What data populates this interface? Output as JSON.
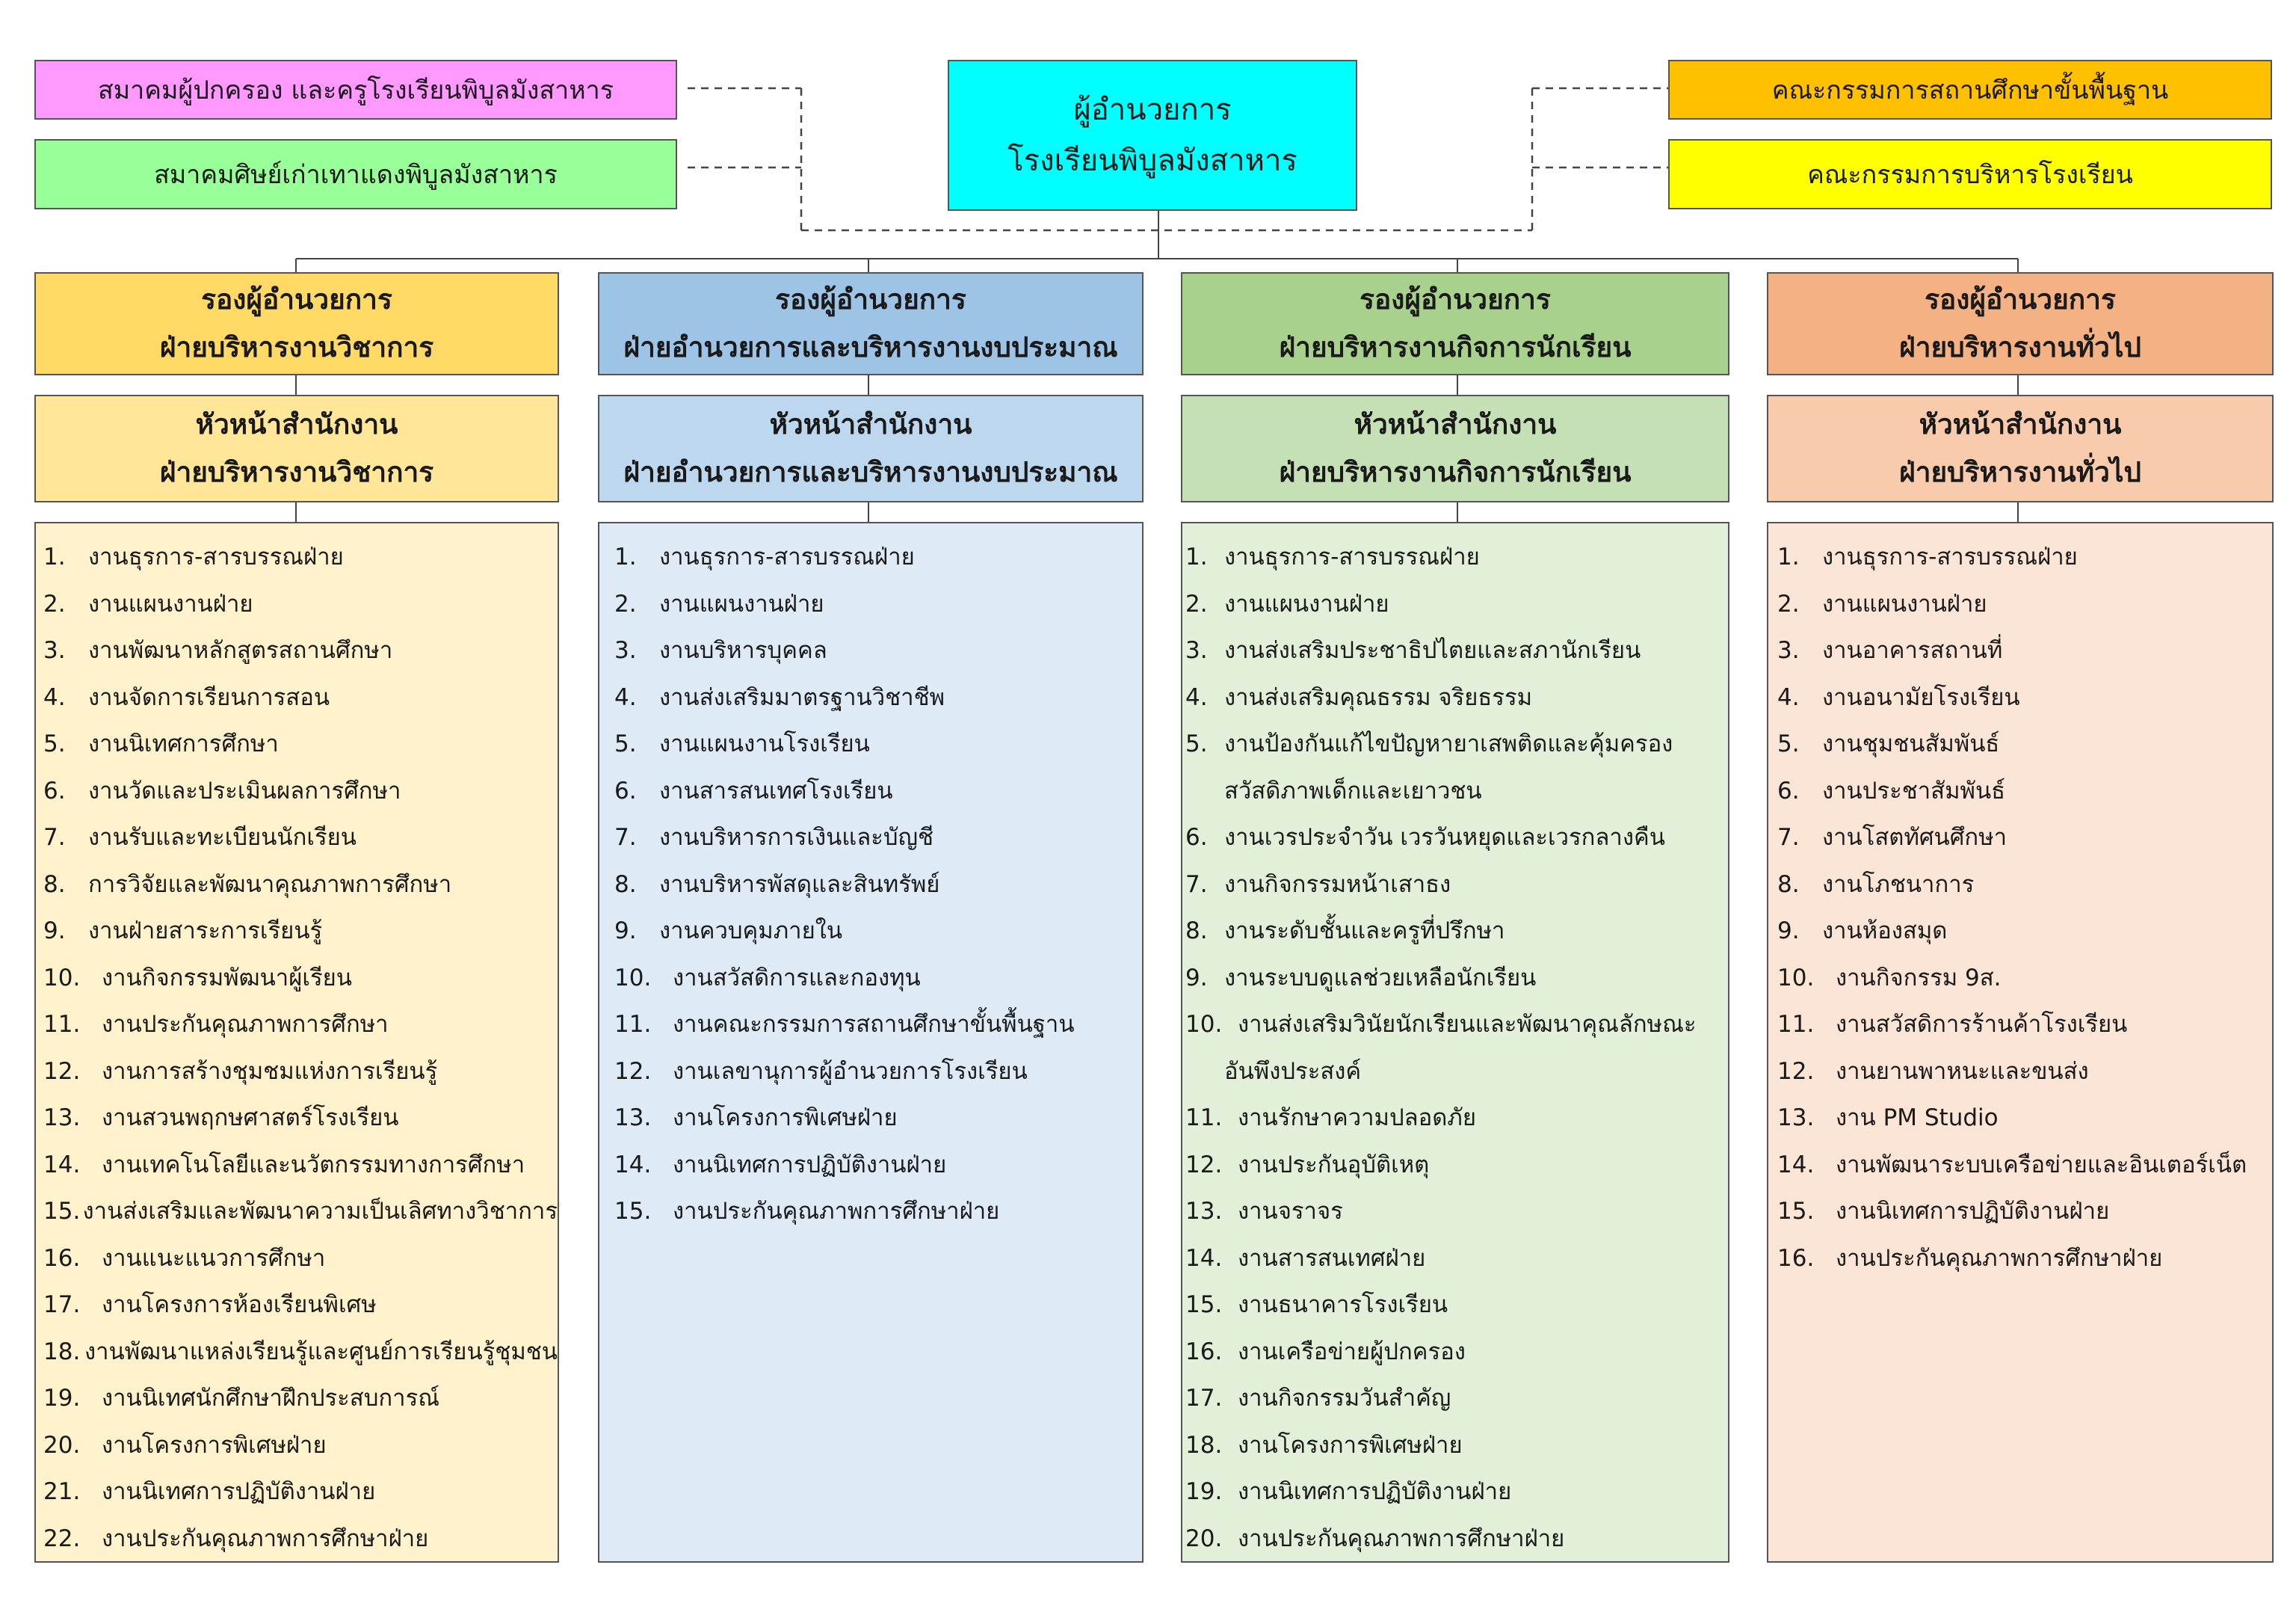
{
  "director": {
    "line1": "ผู้อำนวยการ",
    "line2": "โรงเรียนพิบูลมังสาหาร"
  },
  "left_boxes": [
    {
      "label": "สมาคมผู้ปกครอง และครูโรงเรียนพิบูลมังสาหาร",
      "color": "#ff99ff"
    },
    {
      "label": "สมาคมศิษย์เก่าเทาแดงพิบูลมังสาหาร",
      "color": "#99ff99"
    }
  ],
  "right_boxes": [
    {
      "label": "คณะกรรมการสถานศึกษาขั้นพื้นฐาน",
      "color": "#ffc000"
    },
    {
      "label": "คณะกรรมการบริหารโรงเรียน",
      "color": "#ffff00"
    }
  ],
  "columns": [
    {
      "deputy": {
        "line1": "รองผู้อำนวยการ",
        "line2": "ฝ่ายบริหารงานวิชาการ"
      },
      "office": {
        "line1": "หัวหน้าสำนักงาน",
        "line2": "ฝ่ายบริหารงานวิชาการ"
      },
      "colors": {
        "deputy": "#ffd966",
        "office": "#ffe699",
        "list": "#fff2cc"
      },
      "items": [
        {
          "num": "1.",
          "text": "งานธุรการ-สารบรรณฝ่าย"
        },
        {
          "num": "2.",
          "text": "งานแผนงานฝ่าย"
        },
        {
          "num": "3.",
          "text": "งานพัฒนาหลักสูตรสถานศึกษา"
        },
        {
          "num": "4.",
          "text": "งานจัดการเรียนการสอน"
        },
        {
          "num": "5.",
          "text": "งานนิเทศการศึกษา"
        },
        {
          "num": "6.",
          "text": "งานวัดและประเมินผลการศึกษา"
        },
        {
          "num": "7.",
          "text": "งานรับและทะเบียนนักเรียน"
        },
        {
          "num": "8.",
          "text": "การวิจัยและพัฒนาคุณภาพการศึกษา"
        },
        {
          "num": "9.",
          "text": "งานฝ่ายสาระการเรียนรู้"
        },
        {
          "num": "10.",
          "text": "งานกิจกรรมพัฒนาผู้เรียน"
        },
        {
          "num": "11.",
          "text": "งานประกันคุณภาพการศึกษา"
        },
        {
          "num": "12.",
          "text": "งานการสร้างชุมชมแห่งการเรียนรู้"
        },
        {
          "num": "13.",
          "text": "งานสวนพฤกษศาสตร์โรงเรียน"
        },
        {
          "num": "14.",
          "text": "งานเทคโนโลยีและนวัตกรรมทางการศึกษา"
        },
        {
          "num": "15.",
          "text": "งานส่งเสริมและพัฒนาความเป็นเลิศทางวิชาการ"
        },
        {
          "num": "16.",
          "text": "งานแนะแนวการศึกษา"
        },
        {
          "num": "17.",
          "text": "งานโครงการห้องเรียนพิเศษ"
        },
        {
          "num": "18.",
          "text": "งานพัฒนาแหล่งเรียนรู้และศูนย์การเรียนรู้ชุมชน"
        },
        {
          "num": "19.",
          "text": "งานนิเทศนักศึกษาฝึกประสบการณ์"
        },
        {
          "num": "20.",
          "text": "งานโครงการพิเศษฝ่าย"
        },
        {
          "num": "21.",
          "text": "งานนิเทศการปฏิบัติงานฝ่าย"
        },
        {
          "num": "22.",
          "text": "งานประกันคุณภาพการศึกษาฝ่าย"
        }
      ]
    },
    {
      "deputy": {
        "line1": "รองผู้อำนวยการ",
        "line2": "ฝ่ายอำนวยการและบริหารงานงบประมาณ"
      },
      "office": {
        "line1": "หัวหน้าสำนักงาน",
        "line2": "ฝ่ายอำนวยการและบริหารงานงบประมาณ"
      },
      "colors": {
        "deputy": "#9dc3e6",
        "office": "#bdd7ee",
        "list": "#deebf7"
      },
      "items": [
        {
          "num": "1.",
          "text": "งานธุรการ-สารบรรณฝ่าย"
        },
        {
          "num": "2.",
          "text": "งานแผนงานฝ่าย"
        },
        {
          "num": "3.",
          "text": "งานบริหารบุคคล"
        },
        {
          "num": "4.",
          "text": "งานส่งเสริมมาตรฐานวิชาชีพ"
        },
        {
          "num": "5.",
          "text": "งานแผนงานโรงเรียน"
        },
        {
          "num": "6.",
          "text": "งานสารสนเทศโรงเรียน"
        },
        {
          "num": "7.",
          "text": "งานบริหารการเงินและบัญชี"
        },
        {
          "num": "8.",
          "text": "งานบริหารพัสดุและสินทรัพย์"
        },
        {
          "num": "9.",
          "text": "งานควบคุมภายใน"
        },
        {
          "num": "10.",
          "text": "งานสวัสดิการและกองทุน"
        },
        {
          "num": "11.",
          "text": "งานคณะกรรมการสถานศึกษาขั้นพื้นฐาน"
        },
        {
          "num": "12.",
          "text": "งานเลขานุการผู้อำนวยการโรงเรียน"
        },
        {
          "num": "13.",
          "text": "งานโครงการพิเศษฝ่าย"
        },
        {
          "num": "14.",
          "text": "งานนิเทศการปฏิบัติงานฝ่าย"
        },
        {
          "num": "15.",
          "text": "งานประกันคุณภาพการศึกษาฝ่าย"
        }
      ]
    },
    {
      "deputy": {
        "line1": "รองผู้อำนวยการ",
        "line2": "ฝ่ายบริหารงานกิจการนักเรียน"
      },
      "office": {
        "line1": "หัวหน้าสำนักงาน",
        "line2": "ฝ่ายบริหารงานกิจการนักเรียน"
      },
      "colors": {
        "deputy": "#a9d18e",
        "office": "#c5e0b4",
        "list": "#e2f0d9"
      },
      "items": [
        {
          "num": "1.",
          "text": "งานธุรการ-สารบรรณฝ่าย"
        },
        {
          "num": "2.",
          "text": "งานแผนงานฝ่าย"
        },
        {
          "num": "3.",
          "text": "งานส่งเสริมประชาธิปไตยและสภานักเรียน"
        },
        {
          "num": "4.",
          "text": "งานส่งเสริมคุณธรรม จริยธรรม"
        },
        {
          "num": "5.",
          "text": "งานป้องกันแก้ไขปัญหายาเสพติดและคุ้มครอง"
        },
        {
          "num": "",
          "text": "สวัสดิภาพเด็กและเยาวชน"
        },
        {
          "num": "6.",
          "text": "งานเวรประจำวัน เวรวันหยุดและเวรกลางคืน"
        },
        {
          "num": "7.",
          "text": "งานกิจกรรมหน้าเสาธง"
        },
        {
          "num": "8.",
          "text": "งานระดับชั้นและครูที่ปรึกษา"
        },
        {
          "num": "9.",
          "text": "งานระบบดูแลช่วยเหลือนักเรียน"
        },
        {
          "num": "10.",
          "text": "งานส่งเสริมวินัยนักเรียนและพัฒนาคุณลักษณะ"
        },
        {
          "num": "",
          "text": "อันพึงประสงค์"
        },
        {
          "num": "11.",
          "text": "งานรักษาความปลอดภัย"
        },
        {
          "num": "12.",
          "text": "งานประกันอุบัติเหตุ"
        },
        {
          "num": "13.",
          "text": "งานจราจร"
        },
        {
          "num": "14.",
          "text": "งานสารสนเทศฝ่าย"
        },
        {
          "num": "15.",
          "text": "งานธนาคารโรงเรียน"
        },
        {
          "num": "16.",
          "text": "งานเครือข่ายผู้ปกครอง"
        },
        {
          "num": "17.",
          "text": "งานกิจกรรมวันสำคัญ"
        },
        {
          "num": "18.",
          "text": "งานโครงการพิเศษฝ่าย"
        },
        {
          "num": "19.",
          "text": "งานนิเทศการปฏิบัติงานฝ่าย"
        },
        {
          "num": "20.",
          "text": "งานประกันคุณภาพการศึกษาฝ่าย"
        }
      ]
    },
    {
      "deputy": {
        "line1": "รองผู้อำนวยการ",
        "line2": "ฝ่ายบริหารงานทั่วไป"
      },
      "office": {
        "line1": "หัวหน้าสำนักงาน",
        "line2": "ฝ่ายบริหารงานทั่วไป"
      },
      "colors": {
        "deputy": "#f4b183",
        "office": "#f8cbad",
        "list": "#fbe5d6"
      },
      "items": [
        {
          "num": "1.",
          "text": "งานธุรการ-สารบรรณฝ่าย"
        },
        {
          "num": "2.",
          "text": "งานแผนงานฝ่าย"
        },
        {
          "num": "3.",
          "text": "งานอาคารสถานที่"
        },
        {
          "num": "4.",
          "text": "งานอนามัยโรงเรียน"
        },
        {
          "num": "5.",
          "text": "งานชุมชนสัมพันธ์"
        },
        {
          "num": "6.",
          "text": "งานประชาสัมพันธ์"
        },
        {
          "num": "7.",
          "text": "งานโสตทัศนศึกษา"
        },
        {
          "num": "8.",
          "text": "งานโภชนาการ"
        },
        {
          "num": "9.",
          "text": "งานห้องสมุด"
        },
        {
          "num": "10.",
          "text": "งานกิจกรรม 9ส."
        },
        {
          "num": "11.",
          "text": "งานสวัสดิการร้านค้าโรงเรียน"
        },
        {
          "num": "12.",
          "text": "งานยานพาหนะและขนส่ง"
        },
        {
          "num": "13.",
          "text": "งาน PM Studio"
        },
        {
          "num": "14.",
          "text": "งานพัฒนาระบบเครือข่ายและอินเตอร์เน็ต"
        },
        {
          "num": "15.",
          "text": "งานนิเทศการปฏิบัติงานฝ่าย"
        },
        {
          "num": "16.",
          "text": "งานประกันคุณภาพการศึกษาฝ่าย"
        }
      ]
    }
  ]
}
